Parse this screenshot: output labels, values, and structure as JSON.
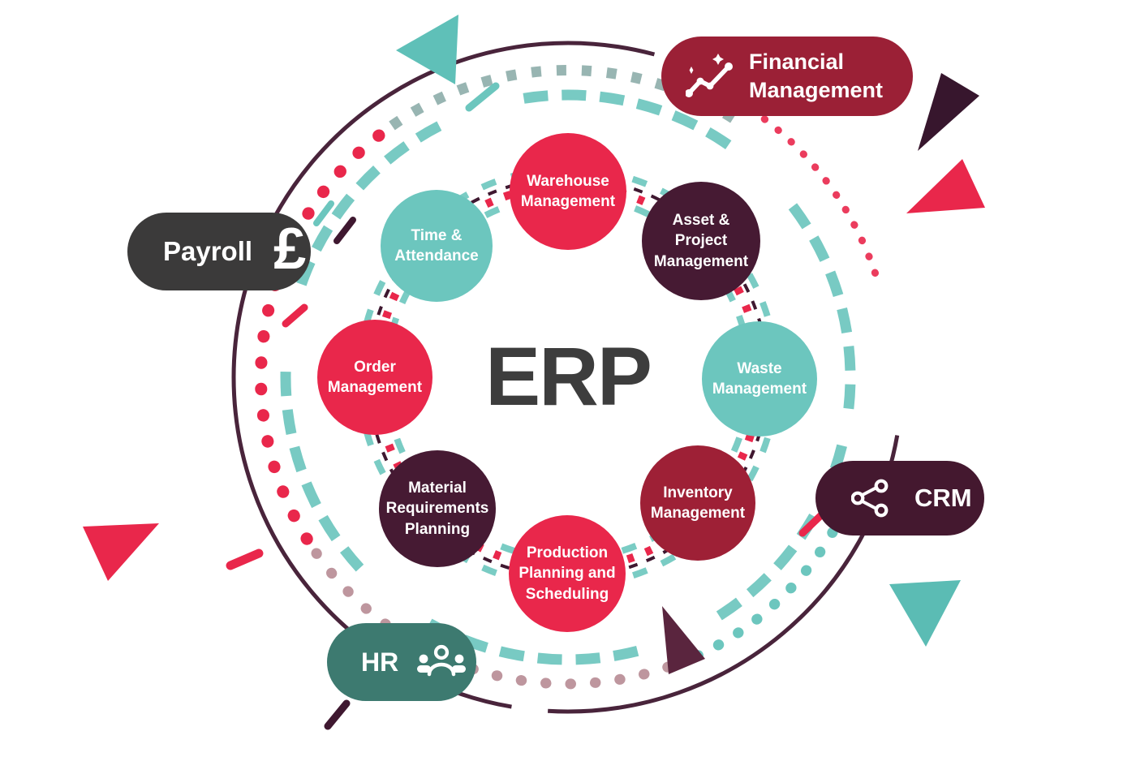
{
  "center": {
    "label": "ERP",
    "color": "#3d3d3d"
  },
  "modules": [
    {
      "id": "warehouse-management",
      "label": "Warehouse Management",
      "color": "#e9274b"
    },
    {
      "id": "asset-project-management",
      "label": "Asset & Project Management",
      "color": "#461a33"
    },
    {
      "id": "waste-management",
      "label": "Waste Management",
      "color": "#6cc6be"
    },
    {
      "id": "inventory-management",
      "label": "Inventory Management",
      "color": "#9e2036"
    },
    {
      "id": "production-planning-scheduling",
      "label": "Production Planning and Scheduling",
      "color": "#e9274b"
    },
    {
      "id": "material-requirements-planning",
      "label": "Material Requirements Planning",
      "color": "#461a33"
    },
    {
      "id": "order-management",
      "label": "Order Management",
      "color": "#e9274b"
    },
    {
      "id": "time-attendance",
      "label": "Time & Attendance",
      "color": "#6cc6be"
    }
  ],
  "badges": {
    "financial": {
      "label": "Financial Management",
      "color": "#9b2036",
      "icon": "trend-chart-sparkles-icon"
    },
    "payroll": {
      "label": "Payroll",
      "glyph": "£",
      "color": "#3b3a3a",
      "icon": "pound-sterling-icon"
    },
    "crm": {
      "label": "CRM",
      "color": "#44182f",
      "icon": "share-network-icon"
    },
    "hr": {
      "label": "HR",
      "color": "#3d7a70",
      "icon": "people-group-icon"
    }
  },
  "decorations": {
    "ring_colors": {
      "outer_arc": "#3f1830",
      "teal_dash_ring": "#6cc6be",
      "red_dots": "#e9274b",
      "gray_teal_dots": "#86a8a4",
      "pink_dots": "#b78b93"
    },
    "triangles": [
      {
        "position": "top-left",
        "color": "#5fc0b8"
      },
      {
        "position": "right-upper",
        "color": "#37162d"
      },
      {
        "position": "right-mid",
        "color": "#e9274b"
      },
      {
        "position": "left-lower",
        "color": "#e9274b"
      },
      {
        "position": "bottom-center",
        "color": "#5a253e"
      },
      {
        "position": "bottom-right",
        "color": "#5bbcb4"
      }
    ]
  }
}
